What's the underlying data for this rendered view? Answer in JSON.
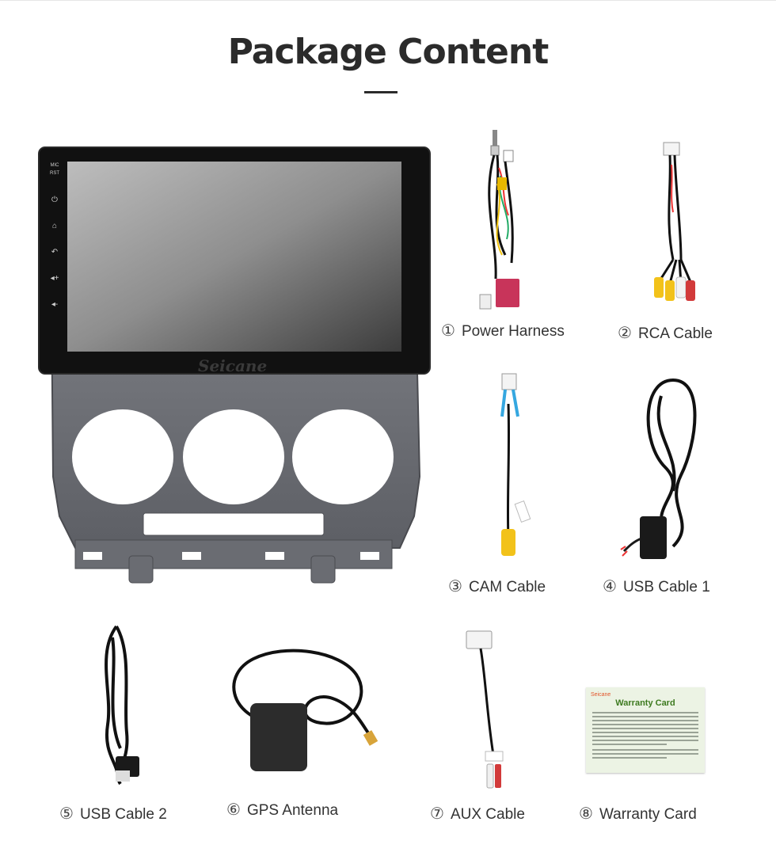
{
  "header": {
    "title": "Package Content"
  },
  "device": {
    "logo_text": "Seicane",
    "side_buttons": [
      "MIC",
      "RST"
    ]
  },
  "items": [
    {
      "num": "①",
      "label": "Power Harness"
    },
    {
      "num": "②",
      "label": "RCA Cable"
    },
    {
      "num": "③",
      "label": "CAM Cable"
    },
    {
      "num": "④",
      "label": "USB Cable 1"
    },
    {
      "num": "⑤",
      "label": "USB Cable 2"
    },
    {
      "num": "⑥",
      "label": "GPS Antenna"
    },
    {
      "num": "⑦",
      "label": "AUX Cable"
    },
    {
      "num": "⑧",
      "label": "Warranty Card"
    }
  ],
  "warranty_card": {
    "brand": "Seicane",
    "title": "Warranty Card"
  },
  "colors": {
    "title": "#2b2b2b",
    "frame": "#6e7076",
    "screen_bezel": "#111111",
    "rca_yellow": "#f2c21a",
    "rca_red": "#d23a3a",
    "card_green": "#3d7a1f"
  }
}
